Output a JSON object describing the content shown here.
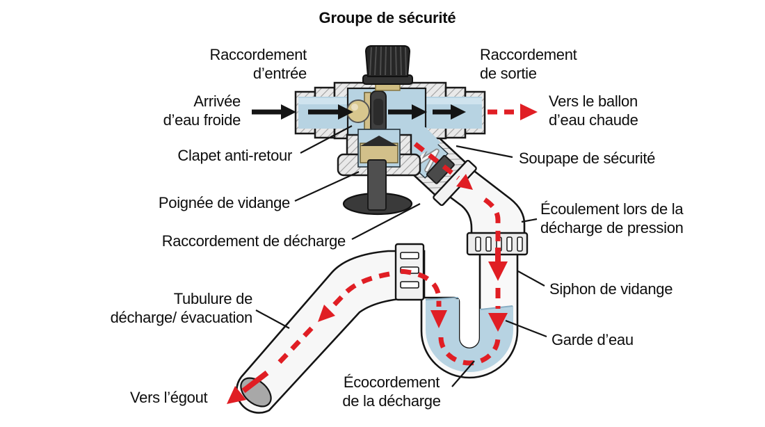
{
  "title": "Groupe de sécurité",
  "labels": {
    "raccordement_entree": "Raccordement\nd’entrée",
    "arrivee_eau_froide": "Arrivée\nd’eau froide",
    "raccordement_sortie": "Raccordement\nde sortie",
    "vers_ballon": "Vers le ballon\nd’eau chaude",
    "clapet": "Clapet anti-retour",
    "soupape": "Soupape de sécurité",
    "poignee": "Poignée de vidange",
    "raccordement_decharge": "Raccordement de décharge",
    "ecoulement": "Écoulement lors de la\ndécharge de pression",
    "siphon": "Siphon de vidange",
    "garde_eau": "Garde d’eau",
    "ecocordement": "Écocordement\nde la décharge",
    "tubulure": "Tubulure de\ndécharge/ évacuation",
    "vers_egout": "Vers l’égout"
  },
  "colors": {
    "background": "#ffffff",
    "water_blue": "#b7d3e2",
    "water_light": "#cfe3ee",
    "flow_red": "#e01e24",
    "metal_hatch_bg": "#e9e9e9",
    "hatch_line": "#a0a0a0",
    "pipe_white": "#f7f7f7",
    "dark_gray": "#3f3f3f",
    "brass": "#d2c08a",
    "outline": "#141414",
    "text": "#0d0d0d"
  }
}
